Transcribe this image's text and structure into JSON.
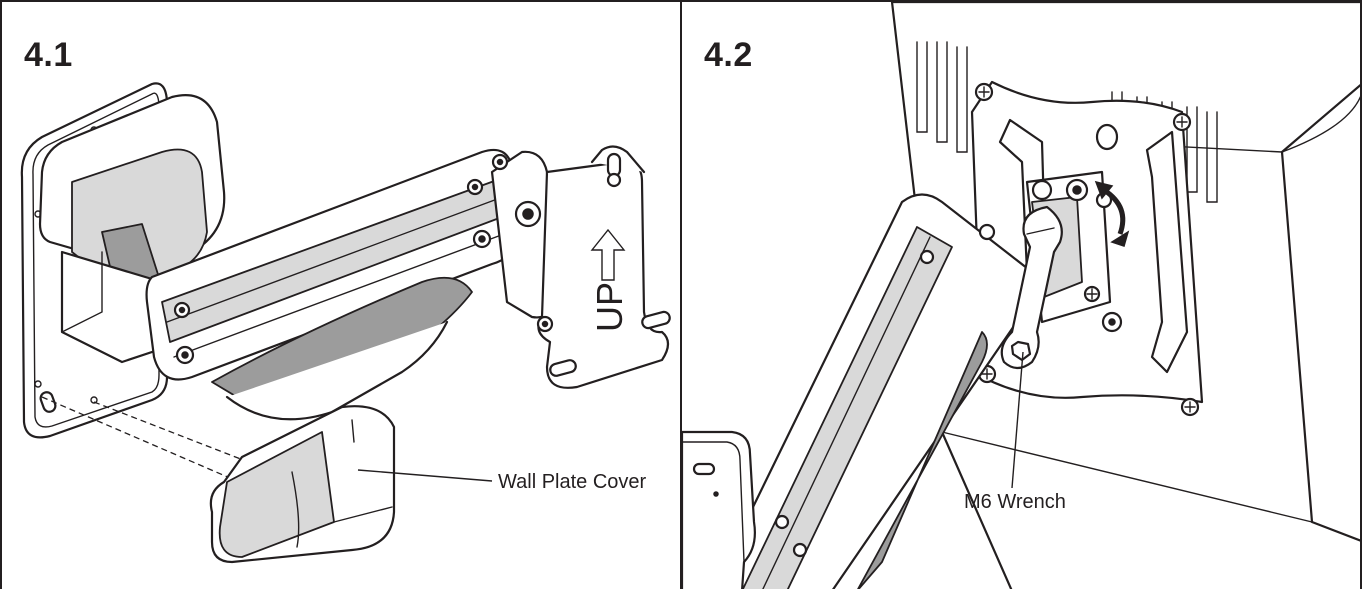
{
  "steps": [
    {
      "number": "4.1",
      "callouts": [
        "Wall Plate Cover"
      ]
    },
    {
      "number": "4.2",
      "callouts": [
        "M6 Wrench"
      ]
    }
  ],
  "decals": {
    "arrow_text": "UP"
  },
  "colors": {
    "line": "#231f20",
    "background": "#ffffff",
    "shade_light": "#d9d9d9",
    "shade_mid": "#9c9c9c"
  },
  "icons": [
    "rotate-arrow-icon",
    "up-arrow-icon"
  ]
}
